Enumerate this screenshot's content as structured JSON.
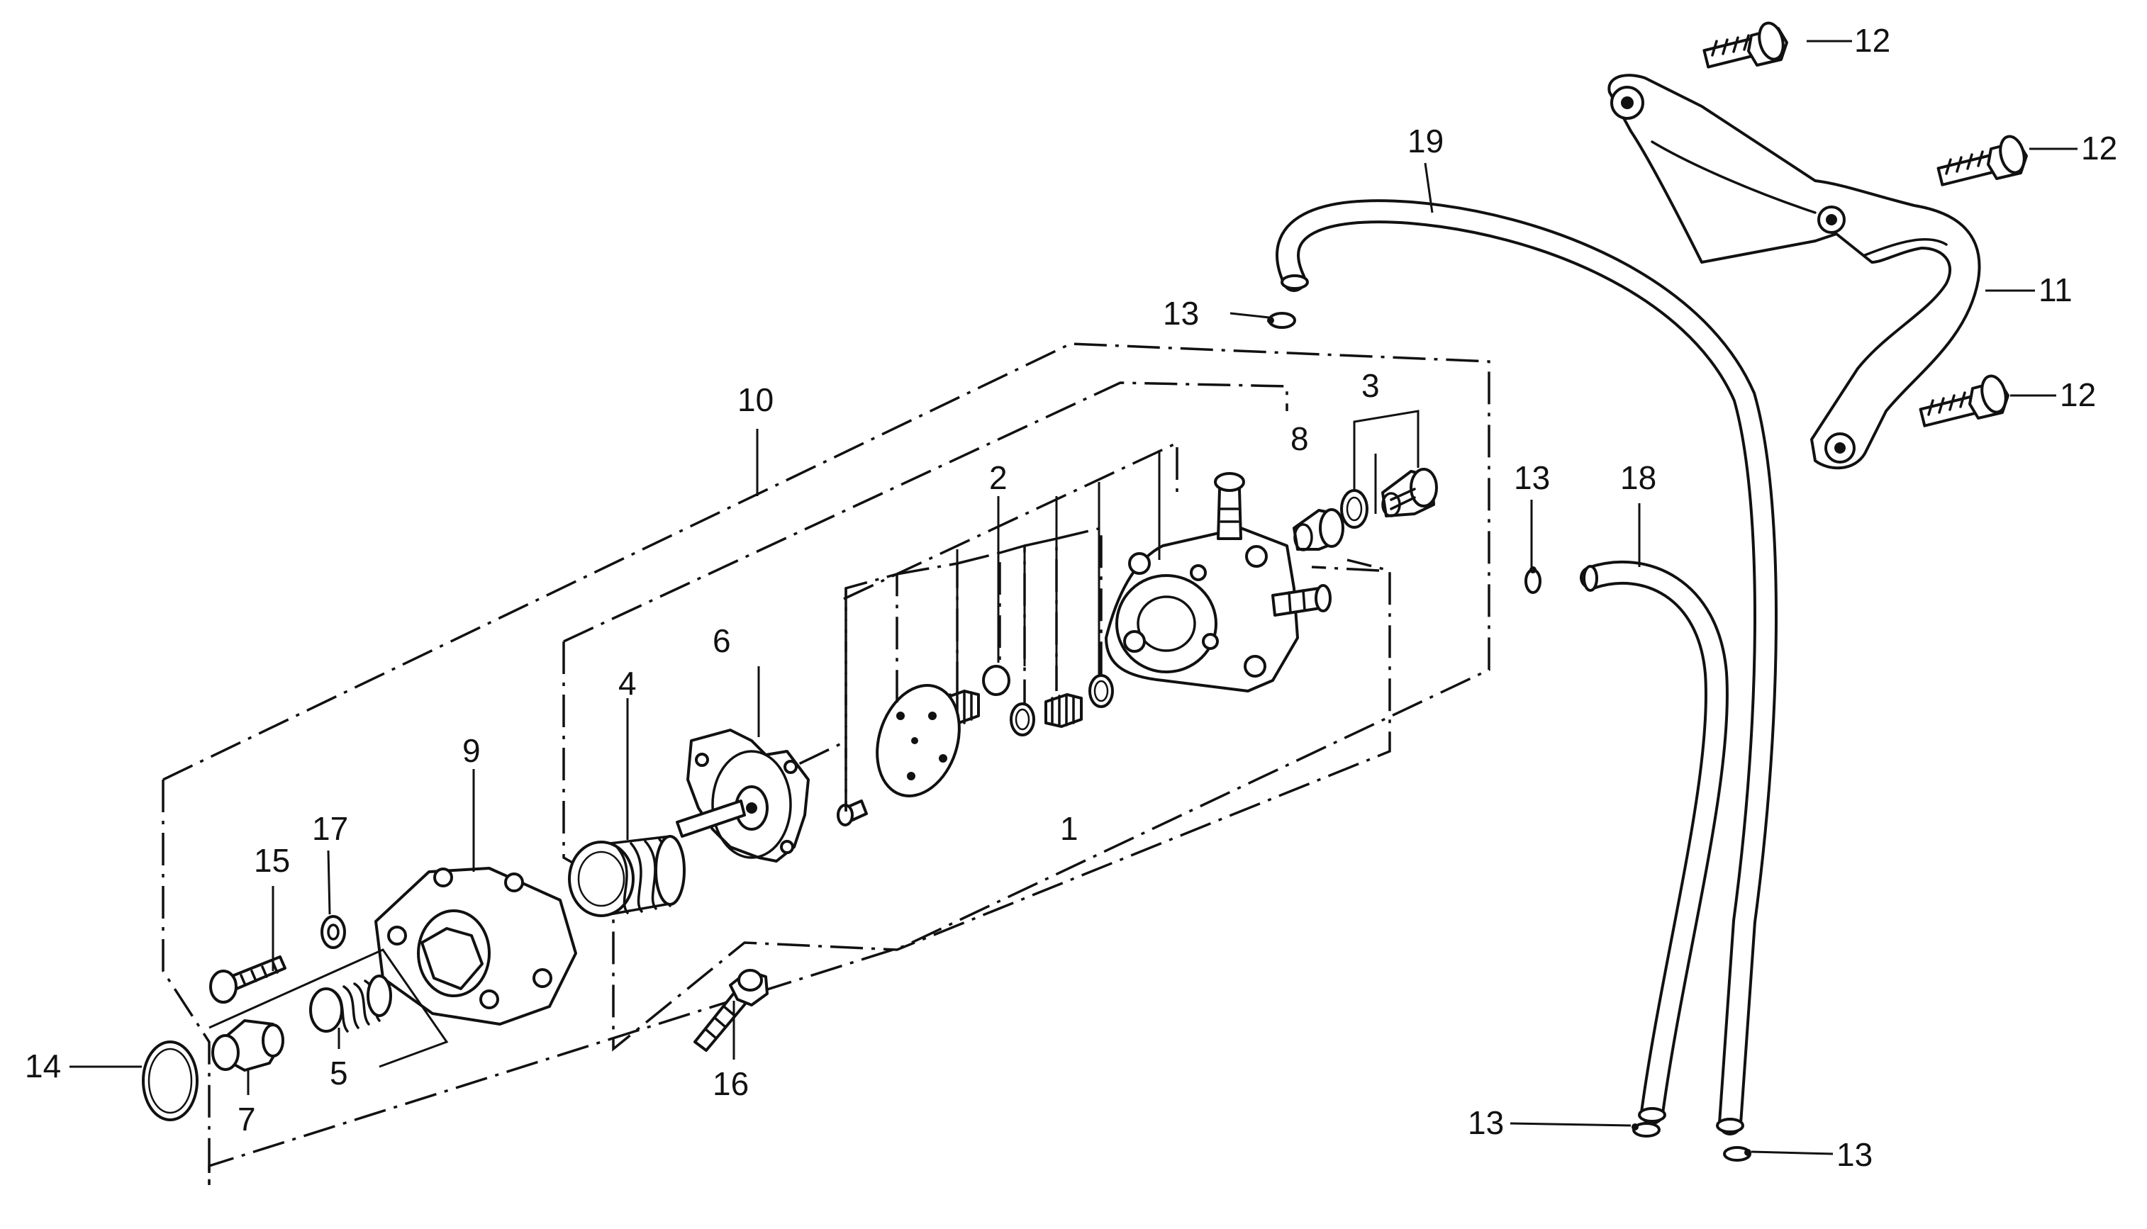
{
  "diagram": {
    "type": "exploded-parts-diagram",
    "callouts": [
      {
        "id": "c1",
        "label": "1"
      },
      {
        "id": "c2",
        "label": "2"
      },
      {
        "id": "c3",
        "label": "3"
      },
      {
        "id": "c4",
        "label": "4"
      },
      {
        "id": "c5",
        "label": "5"
      },
      {
        "id": "c6",
        "label": "6"
      },
      {
        "id": "c7",
        "label": "7"
      },
      {
        "id": "c8",
        "label": "8"
      },
      {
        "id": "c9",
        "label": "9"
      },
      {
        "id": "c10",
        "label": "10"
      },
      {
        "id": "c11",
        "label": "11"
      },
      {
        "id": "c12a",
        "label": "12"
      },
      {
        "id": "c12b",
        "label": "12"
      },
      {
        "id": "c12c",
        "label": "12"
      },
      {
        "id": "c13a",
        "label": "13"
      },
      {
        "id": "c13b",
        "label": "13"
      },
      {
        "id": "c13c",
        "label": "13"
      },
      {
        "id": "c13d",
        "label": "13"
      },
      {
        "id": "c14",
        "label": "14"
      },
      {
        "id": "c15",
        "label": "15"
      },
      {
        "id": "c16",
        "label": "16"
      },
      {
        "id": "c17",
        "label": "17"
      },
      {
        "id": "c18",
        "label": "18"
      },
      {
        "id": "c19",
        "label": "19"
      }
    ]
  }
}
